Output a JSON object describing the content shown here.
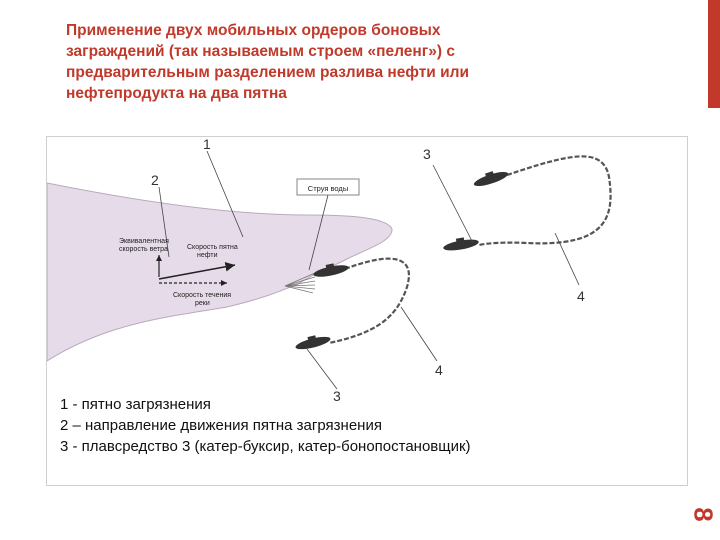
{
  "title_lines": [
    "Применение двух мобильных ордеров боновых",
    "заграждений (так называемым строем «пеленг») с",
    "предварительным разделением разлива нефти или",
    "нефтепродукта на два пятна"
  ],
  "page_number": "8",
  "diagram": {
    "labels": {
      "spot_number": "1",
      "direction_number": "2",
      "vessel_top": "3",
      "vessel_bottom": "3",
      "boom_top": "4",
      "boom_bottom": "4"
    },
    "water_jet_label": "Струя воды",
    "wind_label_line1": "Эквивалентная",
    "wind_label_line2": "скорость ветра",
    "spot_speed_line1": "Скорость пятна",
    "spot_speed_line2": "нефти",
    "river_speed_line1": "Скорость течения",
    "river_speed_line2": "реки"
  },
  "legend": [
    "1 - пятно загрязнения",
    "2 – направление движения пятна загрязнения",
    "3 - плавсредство 3 (катер-буксир, катер-бонопостановщик)"
  ],
  "colors": {
    "accent": "#c0392b",
    "spot_fill": "#e6dbe9",
    "boom": "#555555"
  }
}
